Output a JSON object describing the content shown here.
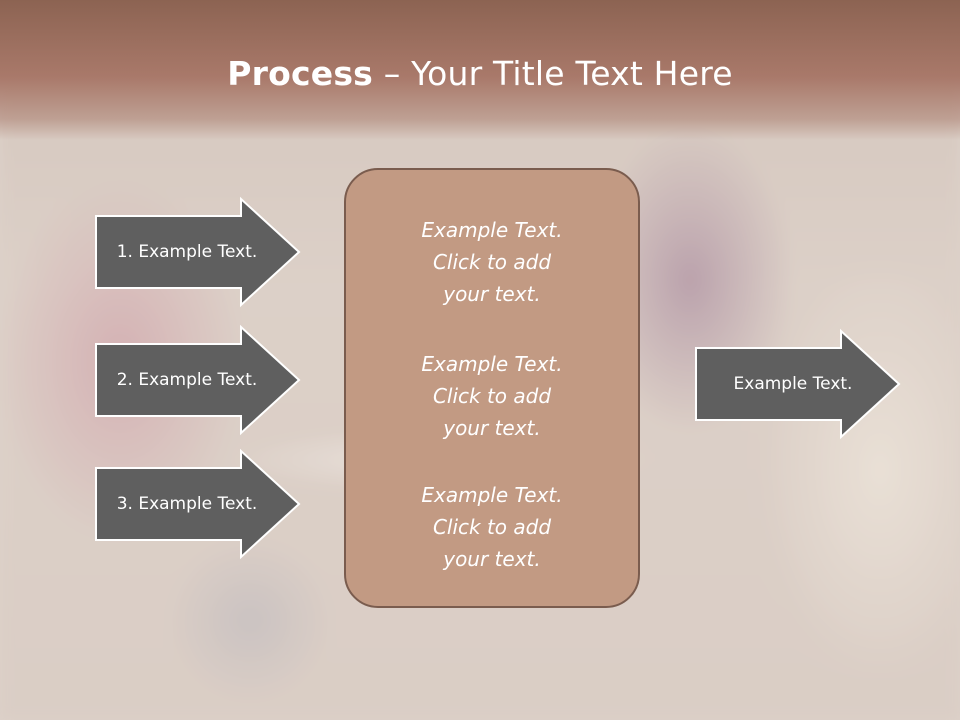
{
  "slide": {
    "title_bold": "Process",
    "title_rest": " – Your Title Text Here",
    "left_arrows": [
      {
        "label": "1. Example Text."
      },
      {
        "label": "2. Example Text."
      },
      {
        "label": "3. Example Text."
      }
    ],
    "center_blocks": [
      {
        "text": "Example Text.\nClick  to add\nyour text."
      },
      {
        "text": "Example Text.\nClick  to add\nyour text."
      },
      {
        "text": "Example Text.\nClick  to add\nyour text."
      }
    ],
    "right_arrow": {
      "label": "Example Text."
    }
  },
  "colors": {
    "title_bar": "#8c6352",
    "arrow_fill": "#5f5f5f",
    "arrow_stroke": "#ffffff",
    "center_fill": "#c29a83",
    "center_stroke": "#7a5c4e"
  },
  "icons": [
    "arrow-right-shape"
  ]
}
